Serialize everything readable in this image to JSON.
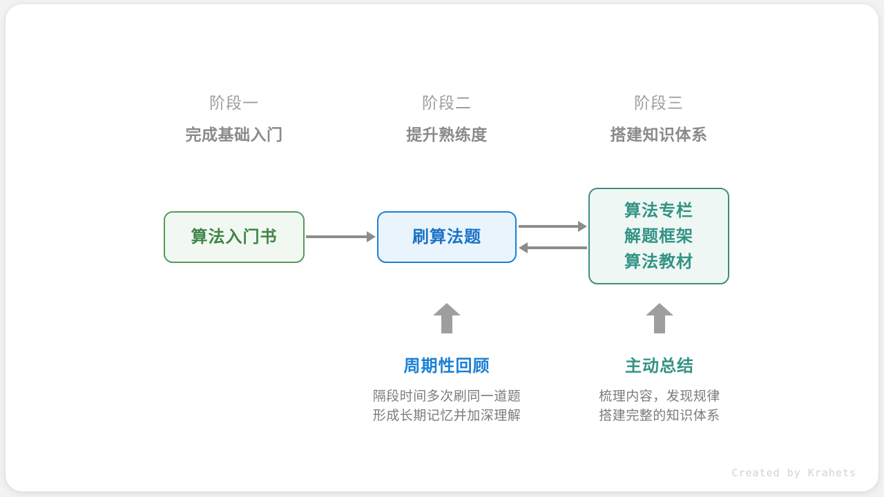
{
  "diagram": {
    "stages": [
      {
        "name": "阶段一",
        "title": "完成基础入门"
      },
      {
        "name": "阶段二",
        "title": "提升熟练度"
      },
      {
        "name": "阶段三",
        "title": "搭建知识体系"
      }
    ],
    "nodes": [
      {
        "id": "book",
        "lines": [
          "算法入门书"
        ],
        "border_color": "#56985a",
        "fill_color": "#f1f8f1",
        "text_color": "#3f8448"
      },
      {
        "id": "practice",
        "lines": [
          "刷算法题"
        ],
        "border_color": "#1a80d4",
        "fill_color": "#e9f4fd",
        "text_color": "#1a72c4"
      },
      {
        "id": "knowledge",
        "lines": [
          "算法专栏",
          "解题框架",
          "算法教材"
        ],
        "border_color": "#3c8d80",
        "fill_color": "#eff7f5",
        "text_color": "#329384"
      }
    ],
    "connectors": [
      {
        "id": "book-to-practice",
        "direction": "right",
        "color": "#8c8c8c"
      },
      {
        "id": "practice-to-knowledge",
        "direction": "right",
        "color": "#8c8c8c"
      },
      {
        "id": "knowledge-to-practice",
        "direction": "left",
        "color": "#8c8c8c"
      }
    ],
    "annotations": [
      {
        "id": "review",
        "title": "周期性回顾",
        "color": "#1a80d4",
        "desc_lines": [
          "隔段时间多次刷同一道题",
          "形成长期记忆并加深理解"
        ]
      },
      {
        "id": "summary",
        "title": "主动总结",
        "color": "#329384",
        "desc_lines": [
          "梳理内容，发现规律",
          "搭建完整的知识体系"
        ]
      }
    ],
    "credit": "Created by Krahets"
  }
}
